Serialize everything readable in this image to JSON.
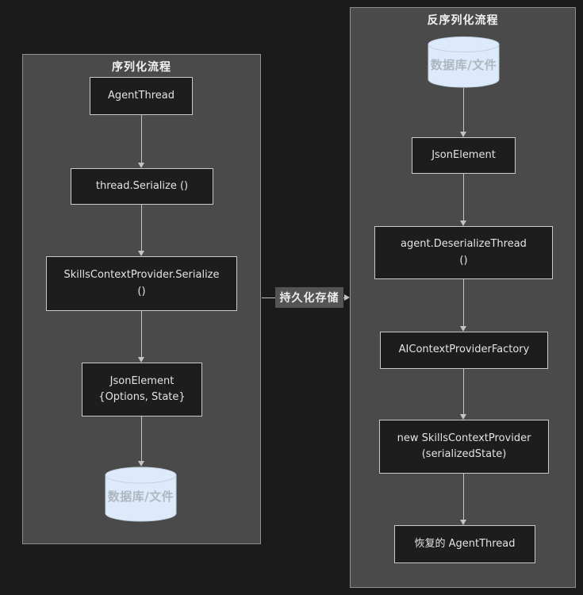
{
  "diagram": {
    "left": {
      "title": "序列化流程",
      "nodes": [
        {
          "id": "agent-thread",
          "shape": "rect",
          "label": "AgentThread"
        },
        {
          "id": "thread-serialize",
          "shape": "rect",
          "label": "thread.Serialize ()"
        },
        {
          "id": "skills-context-provider-serialize",
          "shape": "rect",
          "label": "SkillsContextProvider.Serialize\n()"
        },
        {
          "id": "json-element-options-state",
          "shape": "rect",
          "label": "JsonElement\n{Options, State}"
        },
        {
          "id": "database-file",
          "shape": "cylinder",
          "label": "数据库/文件"
        }
      ]
    },
    "right": {
      "title": "反序列化流程",
      "nodes": [
        {
          "id": "database-file",
          "shape": "cylinder",
          "label": "数据库/文件"
        },
        {
          "id": "json-element",
          "shape": "rect",
          "label": "JsonElement"
        },
        {
          "id": "agent-deserialize-thread",
          "shape": "rect",
          "label": "agent.DeserializeThread\n()"
        },
        {
          "id": "ai-context-provider-factory",
          "shape": "rect",
          "label": "AIContextProviderFactory"
        },
        {
          "id": "new-skills-context-provider",
          "shape": "rect",
          "label": "new SkillsContextProvider\n(serializedState)"
        },
        {
          "id": "restored-agent-thread",
          "shape": "rect",
          "label": "恢复的 AgentThread"
        }
      ]
    },
    "connector": {
      "label": "持久化存储"
    },
    "colors": {
      "page_bg": "#1b1b1b",
      "container_bg": "#4a4a4a",
      "container_border": "#8f8f8f",
      "node_bg": "#1d1d1d",
      "node_border": "#c9c9c9",
      "node_text": "#e3e3e3",
      "cylinder_fill": "#ddeafb",
      "cylinder_stroke": "#c2cfdd",
      "cylinder_text": "#aeb6bf",
      "arrow": "#c4c4c4",
      "connector_label_bg": "#545454"
    }
  }
}
